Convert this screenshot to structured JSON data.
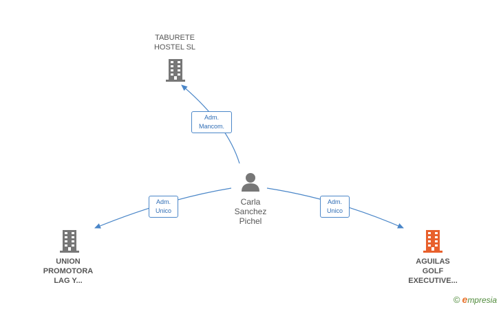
{
  "colors": {
    "edge": "#4a86c8",
    "company_default": "#777777",
    "company_highlight": "#e8602c",
    "person": "#777777"
  },
  "person": {
    "name": "Carla\nSanchez\nPichel",
    "icon": "person-icon"
  },
  "companies": [
    {
      "id": "taburete",
      "label": "TABURETE\nHOSTEL  SL",
      "icon": "building-icon",
      "highlight": false
    },
    {
      "id": "union",
      "label": "UNION\nPROMOTORA\nLAG Y...",
      "icon": "building-icon",
      "highlight": false
    },
    {
      "id": "aguilas",
      "label": "AGUILAS\nGOLF\nEXECUTIVE...",
      "icon": "building-icon",
      "highlight": true
    }
  ],
  "roles": [
    {
      "target": "taburete",
      "label": "Adm.\nMancom."
    },
    {
      "target": "union",
      "label": "Adm.\nUnico"
    },
    {
      "target": "aguilas",
      "label": "Adm.\nUnico"
    }
  ],
  "watermark": {
    "symbol": "©",
    "brand_initial": "e",
    "brand_rest": "mpresia"
  }
}
